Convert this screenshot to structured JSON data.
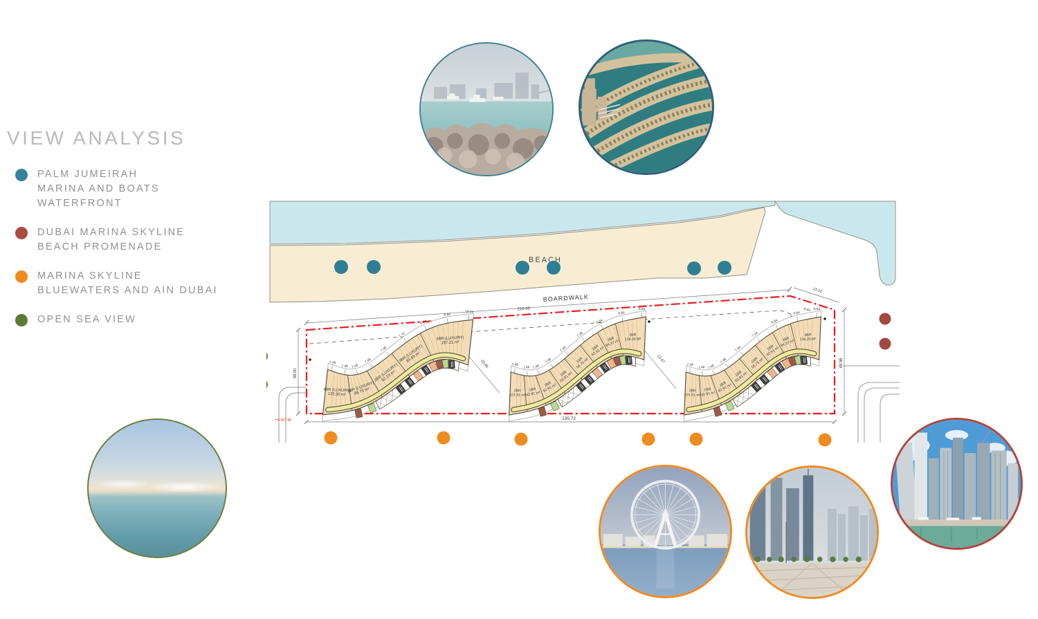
{
  "title": "VIEW ANALYSIS",
  "legend": {
    "items": [
      {
        "color": "#36829b",
        "lines": [
          "PALM JUMEIRAH",
          "MARINA AND BOATS",
          "WATERFRONT"
        ]
      },
      {
        "color": "#ac4a40",
        "lines": [
          "DUBAI MARINA SKYLINE",
          "BEACH PROMENADE"
        ]
      },
      {
        "color": "#f08c1f",
        "lines": [
          "MARINA SKYLINE",
          "BLUEWATERS AND AIN DUBAI"
        ]
      },
      {
        "color": "#5e7a33",
        "lines": [
          "OPEN SEA VIEW"
        ]
      }
    ]
  },
  "plan": {
    "beach_label": "BEACH",
    "boardwalk_label": "BOARDWALK",
    "level_label": "+4.67 M",
    "colors": {
      "water": "#cbe7ee",
      "sand": "#f8edd3",
      "boundary_red": "#ec1c1c",
      "building_fill": "#f4ddb6",
      "corridor_yellow": "#efeb9e"
    },
    "dims": {
      "boardwalk_length": "216.90",
      "bottom_length": "235.72",
      "left_height": "38.00",
      "right_height": "48.56",
      "top_right_diagonal": "21.22",
      "corner_dim_a": "8.84",
      "corner_dim_b": "6.84",
      "gap1_diagonal": "23.86",
      "gap2_diagonal": "22.67"
    },
    "buildings": [
      {
        "name": "building-1",
        "units": [
          {
            "type": "4BR (LUXURY)",
            "area": "125.30 m²"
          },
          {
            "type": "3BR (LUXURY)",
            "area": "86.70 m²"
          },
          {
            "type": "2BR (LUXURY)",
            "area": "82.19 m²"
          },
          {
            "type": "3BR (LUXURY)",
            "area": "85.69 m²"
          },
          {
            "type": "3BR (LUXURY)",
            "area": "187.21 m²"
          }
        ],
        "bay_dims": [
          "7.48",
          "7.48",
          "7.48",
          "7.48",
          "7.48",
          "7.70",
          "6.84",
          "6.84",
          "13.24"
        ]
      },
      {
        "name": "building-2",
        "units": [
          {
            "type": "2BR",
            "area": "101.51 m²"
          },
          {
            "type": "1BR",
            "area": "62.91 m²"
          },
          {
            "type": "1BR",
            "area": "62.91 m²"
          },
          {
            "type": "1BR",
            "area": "62.91 m²"
          },
          {
            "type": "1BR",
            "area": "58.75 m²"
          },
          {
            "type": "1BR",
            "area": "62.91 m²"
          },
          {
            "type": "2BR",
            "area": "94.37 m²"
          },
          {
            "type": "3BR",
            "area": "134.20 M²"
          }
        ],
        "bay_dims": [
          "7.48",
          "7.48",
          "7.48",
          "7.48",
          "7.48",
          "7.28",
          "6.84",
          "6.84",
          "6.84"
        ]
      },
      {
        "name": "building-3",
        "units": [
          {
            "type": "2BR",
            "area": "101.51 m²"
          },
          {
            "type": "1BR",
            "area": "62.91 m²"
          },
          {
            "type": "1BR",
            "area": "62.91 m²"
          },
          {
            "type": "1BR",
            "area": "62.91 m²"
          },
          {
            "type": "1BR",
            "area": "58.75 m²"
          },
          {
            "type": "1BR",
            "area": "62.91 m²"
          },
          {
            "type": "2BR",
            "area": "94.37 m²"
          },
          {
            "type": "3BR",
            "area": "134.20 M²"
          }
        ],
        "bay_dims": [
          "7.48",
          "7.48",
          "7.48",
          "7.48",
          "7.48",
          "7.18",
          "6.84",
          "6.84",
          "8.84"
        ]
      }
    ],
    "view_points": {
      "teal": {
        "color": "#2e7e95",
        "points": [
          [
            493,
            386
          ],
          [
            540,
            386
          ],
          [
            755,
            387
          ],
          [
            800,
            387
          ],
          [
            1003,
            388
          ],
          [
            1047,
            387
          ]
        ]
      },
      "orange": {
        "color": "#ef8c1f",
        "points": [
          [
            478,
            633
          ],
          [
            641,
            633
          ],
          [
            753,
            635
          ],
          [
            937,
            635
          ],
          [
            1006,
            635
          ],
          [
            1192,
            636
          ]
        ]
      },
      "olive": {
        "color": "#5e7a33",
        "points": [
          [
            378,
            515
          ],
          [
            378,
            556
          ]
        ]
      },
      "red": {
        "color": "#a04a42",
        "points": [
          [
            1279,
            461
          ],
          [
            1279,
            497
          ]
        ]
      }
    }
  },
  "photos": [
    {
      "name": "palm-marina-photo",
      "border_color": "#3c7f93"
    },
    {
      "name": "palm-aerial-photo",
      "border_color": "#2d5f7d"
    },
    {
      "name": "open-sea-photo",
      "border_color": "#6f7f41"
    },
    {
      "name": "ain-dubai-photo",
      "border_color": "#ee8b21"
    },
    {
      "name": "marina-towers-photo",
      "border_color": "#ee8b21"
    },
    {
      "name": "marina-skyline-photo",
      "border_color": "#b0453c"
    }
  ]
}
